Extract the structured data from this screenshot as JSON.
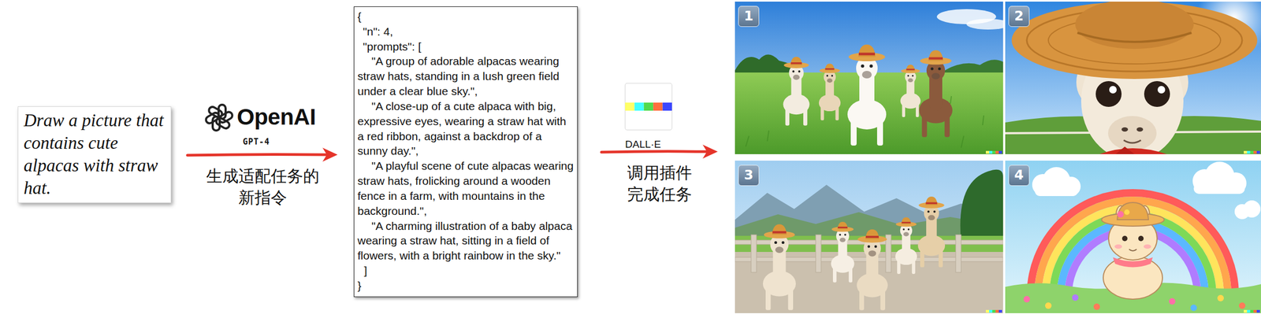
{
  "diagram": {
    "nodes": [
      {
        "text": [
          "Draw a picture that contains cute alpacas with straw hat."
        ]
      },
      {
        "text": [
          "{",
          "\"n\": 4,",
          "\"prompts\": [",
          "\"A group of adorable alpacas wearing straw hats, standing in a lush green field under a clear blue sky.\",",
          "\"A close-up of a cute alpaca with big, expressive eyes, wearing a straw hat with a red ribbon, against a backdrop of a sunny day.\",",
          "\"A playful scene of cute alpacas wearing straw hats, frolicking around a wooden fence in a farm, with mountains in the background.\",",
          "\"A charming illustration of a baby alpaca wearing a straw hat, sitting in a field of flowers, with a bright rainbow in the sky.\"",
          "]",
          "}"
        ]
      },
      {
        "text": [
          "1"
        ]
      },
      {
        "text": [
          "2"
        ]
      },
      {
        "text": [
          "3"
        ]
      },
      {
        "text": [
          "4"
        ]
      }
    ],
    "edges": [
      {
        "from": 0,
        "to": 1,
        "arrow": "to",
        "label": "生成适配任务的 新指令"
      },
      {
        "from": 1,
        "to": 2,
        "arrow": "to",
        "label": "调用插件 完成任务"
      }
    ],
    "labels": [
      "OpenAI",
      "GPT-4",
      "DALL·E"
    ]
  }
}
